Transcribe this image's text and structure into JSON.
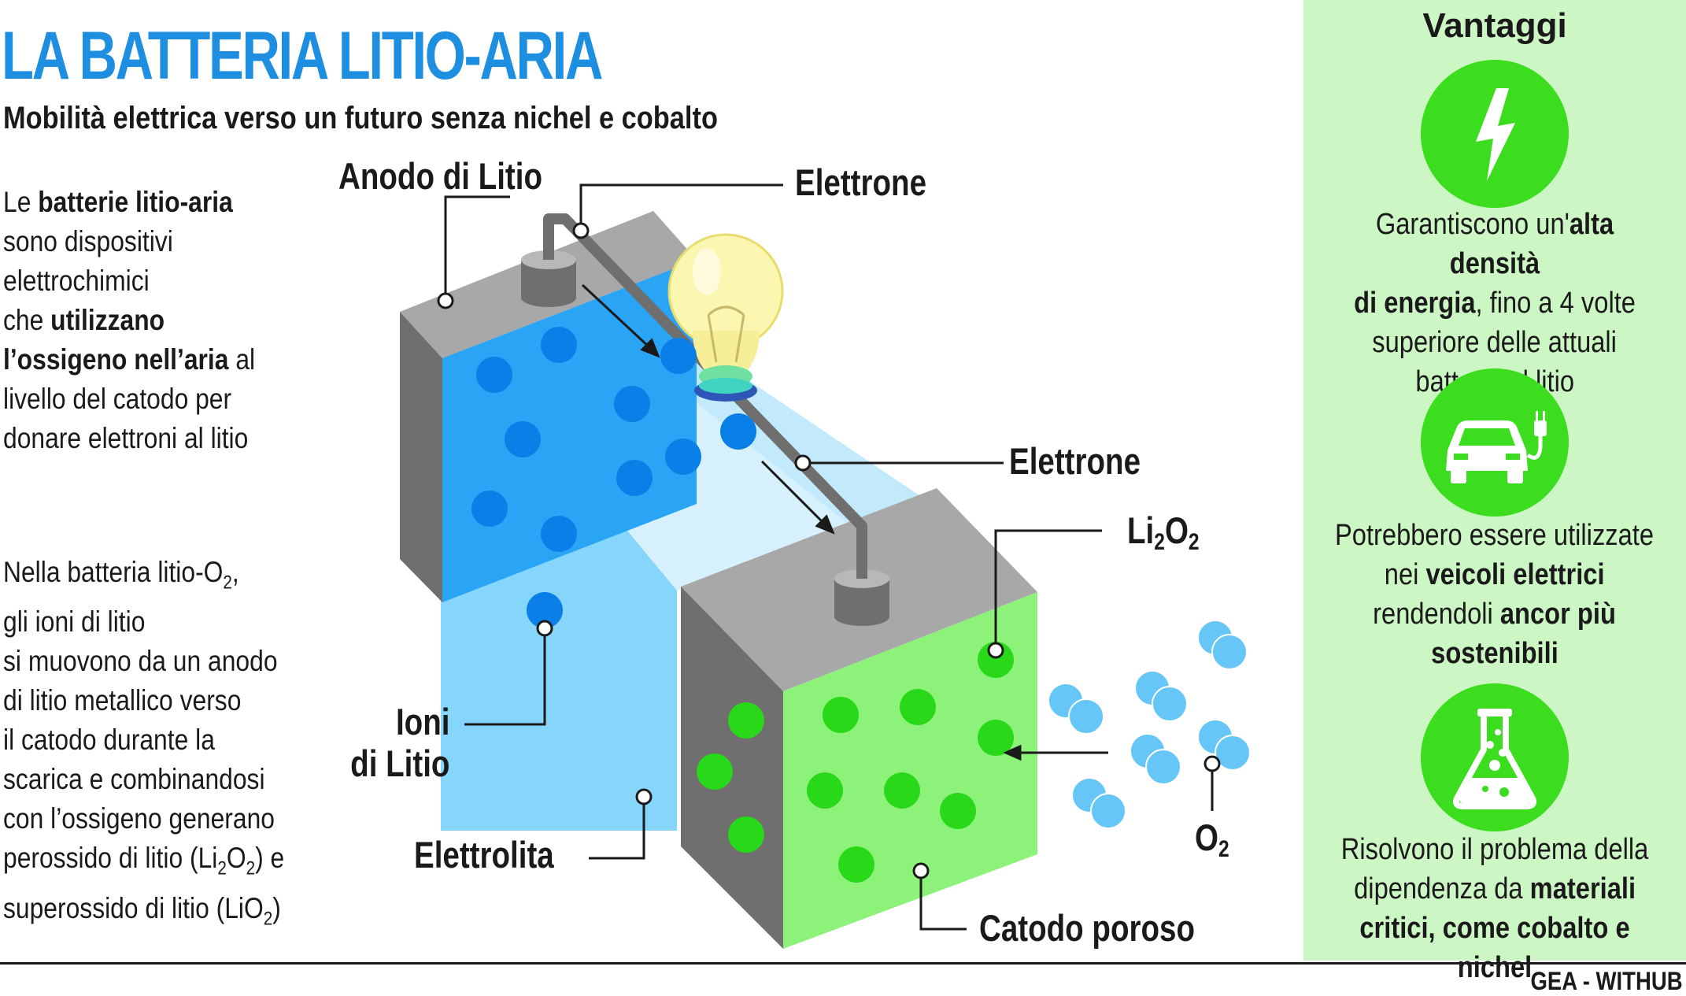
{
  "header": {
    "title": "LA BATTERIA LITIO-ARIA",
    "subtitle": "Mobilità elettrica verso un futuro senza nichel e cobalto"
  },
  "intro": {
    "t1": "Le ",
    "b1": "batterie litio-aria",
    "t2": "sono dispositivi",
    "t3": "elettrochimici",
    "t4": "che ",
    "b2": "utilizzano",
    "b3": "l’ossigeno nell’aria",
    "t5": " al",
    "t6": "livello del catodo per",
    "t7": "donare elettroni al litio"
  },
  "process": {
    "l1a": "Nella batteria litio-O",
    "l1sub": "2",
    "l1b": ",",
    "l2": "gli ioni di litio",
    "l3": "si muovono da un anodo",
    "l4": "di litio metallico verso",
    "l5": "il catodo durante la",
    "l6": "scarica e combinandosi",
    "l7": "con l’ossigeno generano",
    "l8a": "perossido di litio (Li",
    "l8s1": "2",
    "l8b": "O",
    "l8s2": "2",
    "l8c": ") e",
    "l9a": "superossido di litio (LiO",
    "l9s": "2",
    "l9b": ")"
  },
  "labels": {
    "anode": "Anodo di Litio",
    "electron_top": "Elettrone",
    "electron_mid": "Elettrone",
    "li2o2_a": "Li",
    "li2o2_s1": "2",
    "li2o2_b": "O",
    "li2o2_s2": "2",
    "ions_1": "Ioni",
    "ions_2": "di Litio",
    "electrolyte": "Elettrolita",
    "o2_a": "O",
    "o2_s": "2",
    "cathode": "Catodo poroso"
  },
  "advantages": {
    "title": "Vantaggi",
    "a1": {
      "t1": "Garantiscono un'",
      "b1": "alta densità",
      "b2": "di energia",
      "t2": ", fino a 4 volte",
      "t3": "superiore delle attuali",
      "t4": "batterie al litio"
    },
    "a2": {
      "t1": "Potrebbero essere utilizzate",
      "t2": "nei ",
      "b1": "veicoli elettrici",
      "t3": "rendendoli ",
      "b2": "ancor più",
      "b3": "sostenibili"
    },
    "a3": {
      "t1": "Risolvono il problema della",
      "t2": "dipendenza da ",
      "b1": "materiali",
      "b2": "critici, come cobalto e nichel"
    },
    "icons": [
      "lightning-icon",
      "electric-car-icon",
      "flask-icon"
    ]
  },
  "footer": {
    "credit": "GEA - WITHUB"
  },
  "colors": {
    "title_blue": "#1e8fe0",
    "anode_blue": "#2aa4f4",
    "electrolyte_blue": "#86d6fb",
    "cathode_green": "#8df27a",
    "panel_green": "#ccf7c4",
    "icon_green": "#3cdc1e",
    "lithium_dot": "#0a7fe8",
    "li2o2_dot": "#2ad81a",
    "o2_dot": "#66c6f7"
  }
}
